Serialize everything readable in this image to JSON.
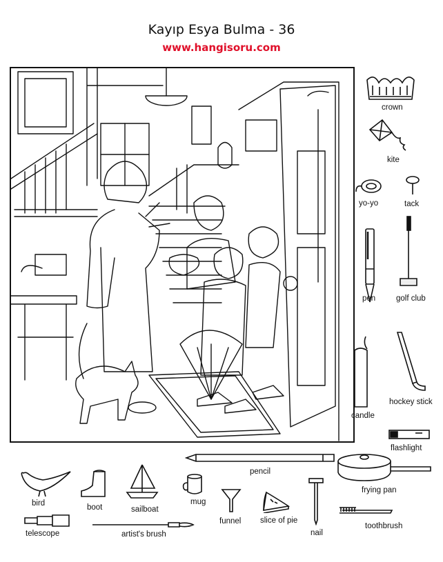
{
  "header": {
    "title": "Kayıp Esya Bulma - 36",
    "website": "www.hangisoru.com",
    "website_color": "#e0102a"
  },
  "scene": {
    "icon": "hidden-objects-hallway-scene"
  },
  "side_items": [
    {
      "key": "crown",
      "label": "crown",
      "icon": "crown-icon"
    },
    {
      "key": "kite",
      "label": "kite",
      "icon": "kite-icon"
    },
    {
      "key": "yoyo",
      "label": "yo-yo",
      "icon": "yoyo-icon"
    },
    {
      "key": "tack",
      "label": "tack",
      "icon": "tack-icon"
    },
    {
      "key": "pen",
      "label": "pen",
      "icon": "pen-icon"
    },
    {
      "key": "golf_club",
      "label": "golf club",
      "icon": "golf-club-icon"
    },
    {
      "key": "candle",
      "label": "candle",
      "icon": "candle-icon"
    },
    {
      "key": "hockey_stick",
      "label": "hockey stick",
      "icon": "hockey-stick-icon"
    },
    {
      "key": "flashlight",
      "label": "flashlight",
      "icon": "flashlight-icon"
    }
  ],
  "bottom_items": [
    {
      "key": "bird",
      "label": "bird",
      "icon": "bird-icon"
    },
    {
      "key": "boot",
      "label": "boot",
      "icon": "boot-icon"
    },
    {
      "key": "sailboat",
      "label": "sailboat",
      "icon": "sailboat-icon"
    },
    {
      "key": "mug",
      "label": "mug",
      "icon": "mug-icon"
    },
    {
      "key": "pencil",
      "label": "pencil",
      "icon": "pencil-icon"
    },
    {
      "key": "funnel",
      "label": "funnel",
      "icon": "funnel-icon"
    },
    {
      "key": "slice_of_pie",
      "label": "slice of pie",
      "icon": "pie-slice-icon"
    },
    {
      "key": "nail",
      "label": "nail",
      "icon": "nail-icon"
    },
    {
      "key": "frying_pan",
      "label": "frying pan",
      "icon": "frying-pan-icon"
    },
    {
      "key": "toothbrush",
      "label": "toothbrush",
      "icon": "toothbrush-icon"
    },
    {
      "key": "telescope",
      "label": "telescope",
      "icon": "telescope-icon"
    },
    {
      "key": "artists_brush",
      "label": "artist's brush",
      "icon": "artist-brush-icon"
    }
  ]
}
